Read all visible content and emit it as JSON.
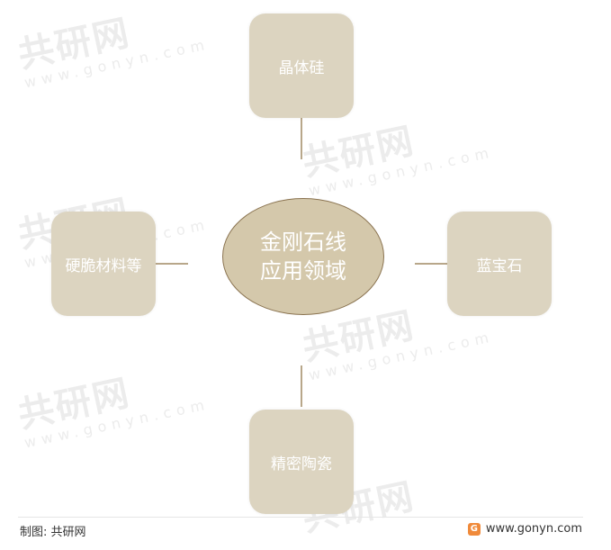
{
  "diagram": {
    "center": {
      "line1": "金刚石线",
      "line2": "应用领域"
    },
    "top": "晶体硅",
    "left": "硬脆材料等",
    "right": "蓝宝石",
    "bottom": "精密陶瓷"
  },
  "watermark": {
    "brand": "共研网",
    "site": "www.gonyn.com"
  },
  "footer": {
    "source": "制图: 共研网",
    "site": "www.gonyn.com",
    "logo_letter": "G"
  },
  "colors": {
    "box_fill": "#dcd4c0",
    "center_fill": "#d4c8ab",
    "center_border": "#8a7350",
    "connector": "#b8a78a",
    "logo": "#f08a3a"
  }
}
